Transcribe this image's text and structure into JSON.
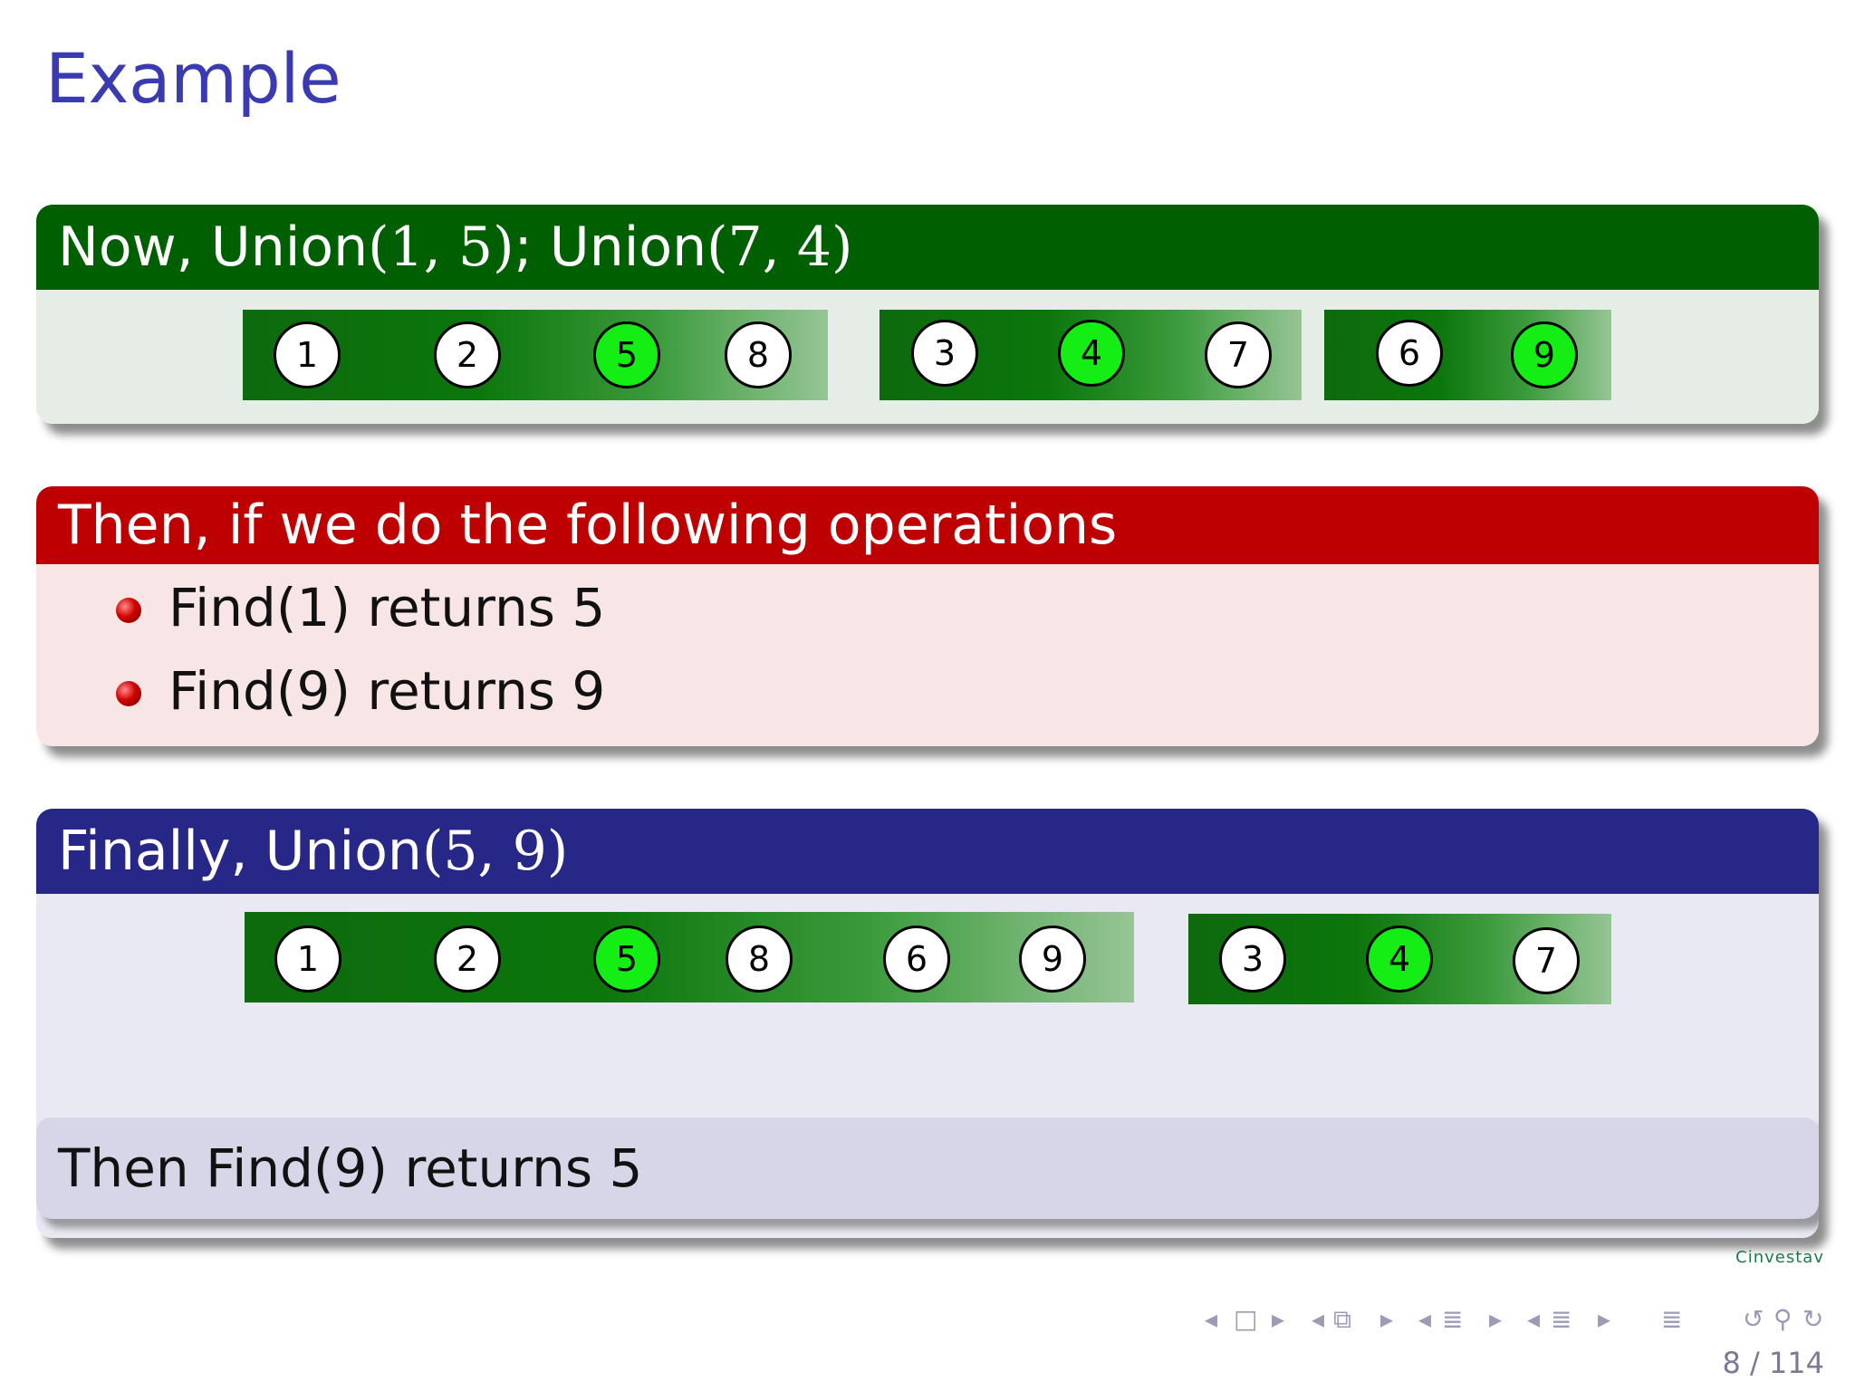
{
  "title": "Example",
  "blocks": {
    "union_block": {
      "heading_prefix": "Now, Union",
      "heading_args1": "(1, 5)",
      "heading_sep": "; Union",
      "heading_args2": "(7, 4)",
      "sets": [
        {
          "nodes": [
            "1",
            "2",
            "5",
            "8"
          ],
          "root": "5"
        },
        {
          "nodes": [
            "3",
            "4",
            "7"
          ],
          "root": "4"
        },
        {
          "nodes": [
            "6",
            "9"
          ],
          "root": "9"
        }
      ]
    },
    "ops_block": {
      "heading": "Then, if we do the following operations",
      "items": [
        "Find(1) returns 5",
        "Find(9) returns 9"
      ]
    },
    "final_block": {
      "heading_prefix": "Finally, Union",
      "heading_args": "(5, 9)",
      "sets": [
        {
          "nodes": [
            "1",
            "2",
            "5",
            "8",
            "6",
            "9"
          ],
          "root": "5"
        },
        {
          "nodes": [
            "3",
            "4",
            "7"
          ],
          "root": "4"
        }
      ],
      "result": "Then Find(9) returns 5"
    }
  },
  "footer": {
    "logo_text": "Cinvestav",
    "nav_icons": [
      "nav-left-icon",
      "frame-icon",
      "nav-right-icon",
      "subsection-icon",
      "section-icon",
      "align-icon",
      "undo-icon",
      "search-icon",
      "redo-icon"
    ],
    "page": "8 / 114"
  },
  "colors": {
    "title": "#3a3ab2",
    "green_head": "#005f00",
    "red_head": "#bf0000",
    "blue_head": "#272787",
    "root_node": "#14ee14"
  }
}
